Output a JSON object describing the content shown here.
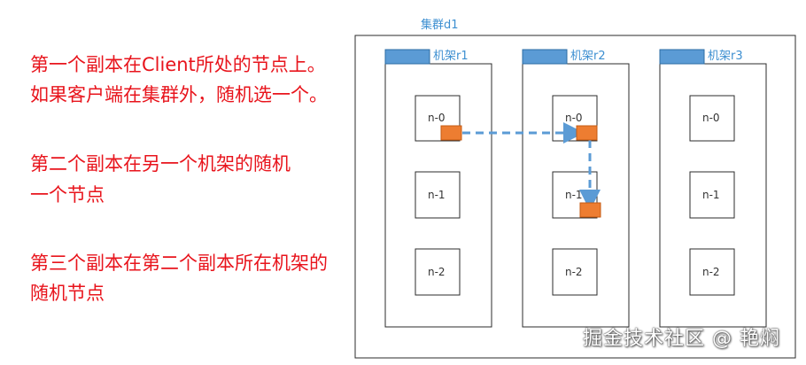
{
  "notes": [
    "第一个副本在Client所处的节点上。",
    "如果客户端在集群外，随机选一个。",
    "第二个副本在另一个机架的随机",
    "一个节点",
    "第三个副本在第二个副本所在机架的",
    "随机节点"
  ],
  "cluster": {
    "label": "集群d1"
  },
  "racks": [
    {
      "label": "机架r1",
      "nodes": [
        "n-0",
        "n-1",
        "n-2"
      ]
    },
    {
      "label": "机架r2",
      "nodes": [
        "n-0",
        "n-1",
        "n-2"
      ]
    },
    {
      "label": "机架r3",
      "nodes": [
        "n-0",
        "n-1",
        "n-2"
      ]
    }
  ],
  "colors": {
    "note_text": "#e8141c",
    "rack_header": "#5b9bd5",
    "replica": "#ed7d31",
    "arrow": "#5b9bd5",
    "label": "#3d8fd1"
  },
  "watermark": "掘金技术社区 @ 艳焖"
}
